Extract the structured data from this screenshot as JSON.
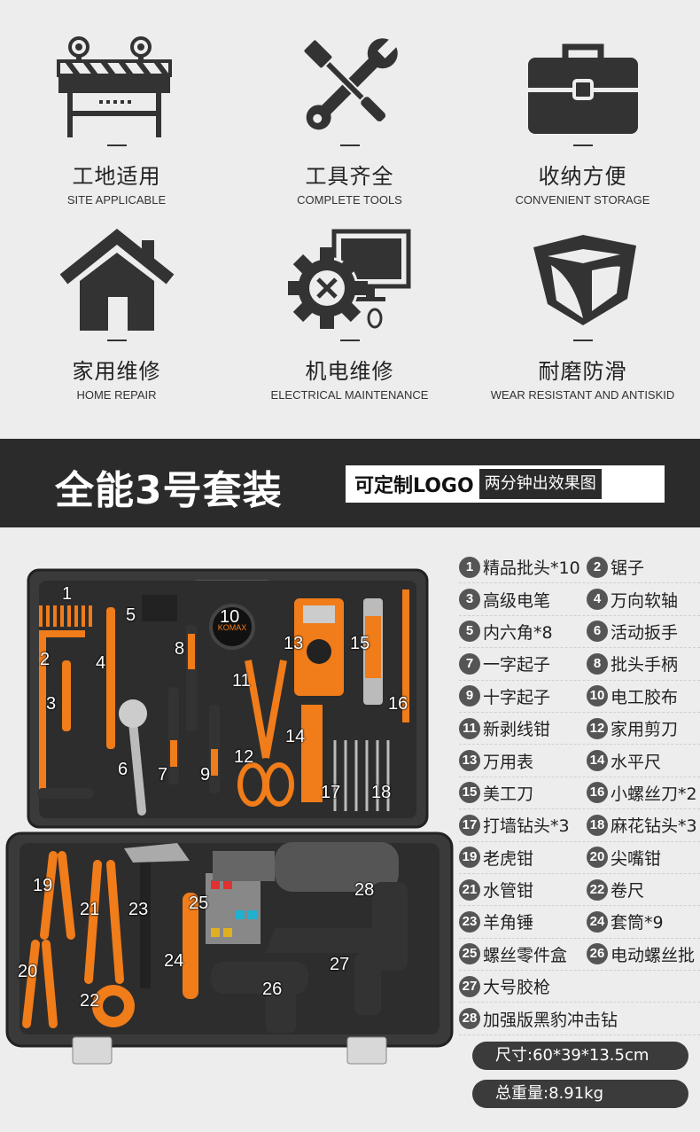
{
  "features": [
    {
      "cn": "工地适用",
      "en": "SITE APPLICABLE",
      "icon": "construction-barrier-icon"
    },
    {
      "cn": "工具齐全",
      "en": "COMPLETE TOOLS",
      "icon": "wrench-screwdriver-icon"
    },
    {
      "cn": "收纳方便",
      "en": "CONVENIENT STORAGE",
      "icon": "toolbox-icon"
    },
    {
      "cn": "家用维修",
      "en": "HOME REPAIR",
      "icon": "house-icon"
    },
    {
      "cn": "机电维修",
      "en": "ELECTRICAL MAINTENANCE",
      "icon": "gear-computer-icon"
    },
    {
      "cn": "耐磨防滑",
      "en": "WEAR RESISTANT AND ANTISKID",
      "icon": "cube-icon"
    }
  ],
  "banner": {
    "title": "全能3号套装",
    "logo_text": "可定制LOGO",
    "logo_sub": "两分钟出效果图"
  },
  "product": {
    "brand": "KOMAX",
    "items": [
      {
        "n": "1",
        "label": "精品批头*10"
      },
      {
        "n": "2",
        "label": "锯子"
      },
      {
        "n": "3",
        "label": "高级电笔"
      },
      {
        "n": "4",
        "label": "万向软轴"
      },
      {
        "n": "5",
        "label": "内六角*8"
      },
      {
        "n": "6",
        "label": "活动扳手"
      },
      {
        "n": "7",
        "label": "一字起子"
      },
      {
        "n": "8",
        "label": "批头手柄"
      },
      {
        "n": "9",
        "label": "十字起子"
      },
      {
        "n": "10",
        "label": "电工胶布"
      },
      {
        "n": "11",
        "label": "新剥线钳"
      },
      {
        "n": "12",
        "label": "家用剪刀"
      },
      {
        "n": "13",
        "label": "万用表"
      },
      {
        "n": "14",
        "label": "水平尺"
      },
      {
        "n": "15",
        "label": "美工刀"
      },
      {
        "n": "16",
        "label": "小螺丝刀*2"
      },
      {
        "n": "17",
        "label": "打墙钻头*3"
      },
      {
        "n": "18",
        "label": "麻花钻头*3"
      },
      {
        "n": "19",
        "label": "老虎钳"
      },
      {
        "n": "20",
        "label": "尖嘴钳"
      },
      {
        "n": "21",
        "label": "水管钳"
      },
      {
        "n": "22",
        "label": "卷尺"
      },
      {
        "n": "23",
        "label": "羊角锤"
      },
      {
        "n": "24",
        "label": "套筒*9"
      },
      {
        "n": "25",
        "label": "螺丝零件盒"
      },
      {
        "n": "26",
        "label": "电动螺丝批"
      },
      {
        "n": "27",
        "label": "大号胶枪"
      },
      {
        "n": "28",
        "label": "加强版黑豹冲击钻"
      }
    ],
    "size": "尺寸:60*39*13.5cm",
    "weight": "总重量:8.91kg"
  },
  "colors": {
    "accent": "#f07c1a",
    "dark": "#2b2b2b",
    "case": "#3a3a3a"
  }
}
